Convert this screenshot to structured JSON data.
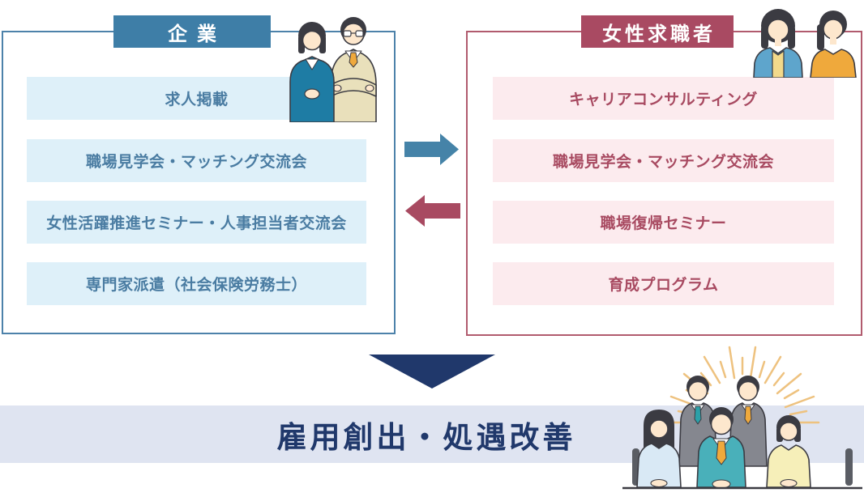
{
  "left_panel": {
    "header": "企業",
    "items": [
      "求人掲載",
      "職場見学会・マッチング交流会",
      "女性活躍推進セミナー・人事担当者交流会",
      "専門家派遣（社会保険労務士）"
    ]
  },
  "right_panel": {
    "header": "女性求職者",
    "items": [
      "キャリアコンサルティング",
      "職場見学会・マッチング交流会",
      "職場復帰セミナー",
      "育成プログラム"
    ]
  },
  "banner": {
    "text": "雇用創出・処遇改善"
  },
  "icons": {
    "flow_to_right": "arrow-right-icon",
    "flow_to_left": "arrow-left-icon",
    "result_arrow": "arrow-down-icon",
    "left_illustration": "business-people-illustration",
    "right_illustration": "female-jobseekers-illustration",
    "bottom_illustration": "team-sunburst-illustration"
  },
  "colors": {
    "company_accent": "#3e7ea7",
    "company_item_bg": "#def0f9",
    "company_item_text": "#4a7ca2",
    "jobseeker_accent": "#a94a62",
    "jobseeker_item_bg": "#fcebee",
    "jobseeker_item_text": "#a84a61",
    "navy": "#20386b",
    "banner_bg": "#dfe4f1",
    "arrow_blue": "#4583a8",
    "arrow_red": "#a84a61"
  }
}
